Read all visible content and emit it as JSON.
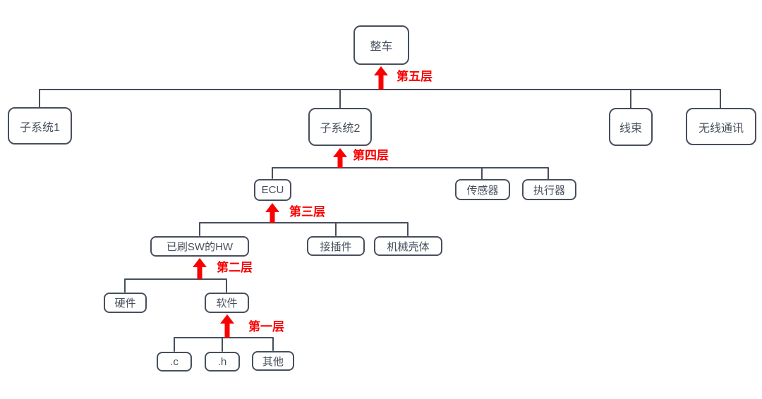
{
  "diagram": {
    "type": "tree",
    "background": "#ffffff",
    "colors": {
      "node_border": "#474f5c",
      "node_text": "#474f5c",
      "connector": "#474f5c",
      "level_arrow": "#fa0000",
      "level_label": "#fa0000"
    },
    "nodes": {
      "vehicle": "整车",
      "subsystem1": "子系统1",
      "subsystem2": "子系统2",
      "harness": "线束",
      "wireless": "无线通讯",
      "ecu": "ECU",
      "sensor": "传感器",
      "actuator": "执行器",
      "flashed_hw": "已刷SW的HW",
      "connector_part": "接插件",
      "housing": "机械壳体",
      "hardware": "硬件",
      "software": "软件",
      "c_file": ".c",
      "h_file": ".h",
      "other": "其他"
    },
    "level_labels": {
      "level5": "第五层",
      "level4": "第四层",
      "level3": "第三层",
      "level2": "第二层",
      "level1": "第一层"
    },
    "hierarchy": {
      "整车": [
        "子系统1",
        "子系统2",
        "线束",
        "无线通讯"
      ],
      "子系统2": [
        "ECU",
        "传感器",
        "执行器"
      ],
      "ECU": [
        "已刷SW的HW",
        "接插件",
        "机械壳体"
      ],
      "已刷SW的HW": [
        "硬件",
        "软件"
      ],
      "软件": [
        ".c",
        ".h",
        "其他"
      ]
    }
  }
}
